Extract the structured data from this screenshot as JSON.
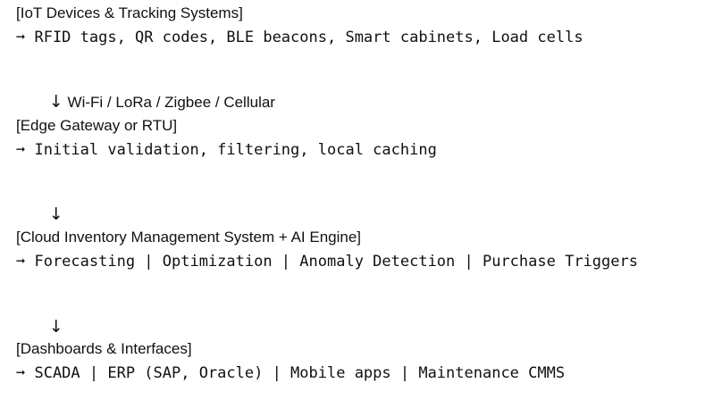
{
  "blocks": [
    {
      "heading": "[IoT Devices & Tracking Systems]",
      "detail": "➞ RFID tags, QR codes, BLE beacons, Smart cabinets, Load cells",
      "connector": {
        "arrow": "↓",
        "label": " Wi-Fi / LoRa / Zigbee / Cellular"
      }
    },
    {
      "heading": "[Edge Gateway or RTU]",
      "detail": "➞ Initial validation, filtering, local caching",
      "connector": {
        "arrow": "↓",
        "label": ""
      }
    },
    {
      "heading": "[Cloud Inventory Management System + AI Engine]",
      "detail": "➞ Forecasting | Optimization | Anomaly Detection | Purchase Triggers",
      "connector": {
        "arrow": "↓",
        "label": ""
      }
    },
    {
      "heading": "[Dashboards & Interfaces]",
      "detail": "➞ SCADA | ERP (SAP, Oracle) | Mobile apps | Maintenance CMMS"
    }
  ]
}
